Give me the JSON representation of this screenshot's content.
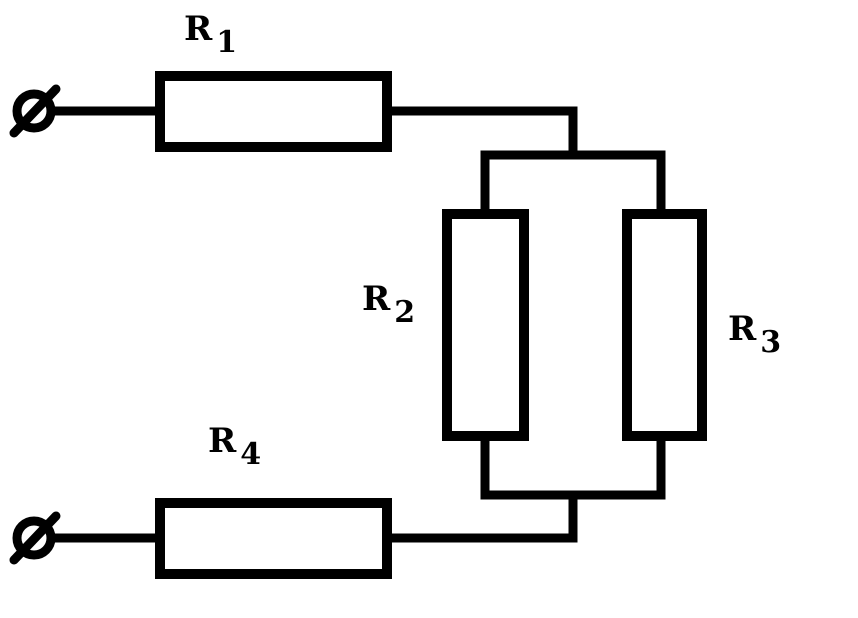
{
  "diagram": {
    "components": [
      {
        "id": "r1",
        "symbol": "R",
        "index": "1"
      },
      {
        "id": "r2",
        "symbol": "R",
        "index": "2"
      },
      {
        "id": "r3",
        "symbol": "R",
        "index": "3"
      },
      {
        "id": "r4",
        "symbol": "R",
        "index": "4"
      }
    ],
    "terminals": [
      {
        "id": "terminal-top",
        "icon": "terminal-icon"
      },
      {
        "id": "terminal-bottom",
        "icon": "terminal-icon"
      }
    ],
    "connections": [
      [
        "terminal-top",
        "r1"
      ],
      [
        "r1",
        "r2"
      ],
      [
        "r1",
        "r3"
      ],
      [
        "r2",
        "r4"
      ],
      [
        "r3",
        "r4"
      ],
      [
        "r4",
        "terminal-bottom"
      ]
    ],
    "colors": {
      "stroke": "#000000",
      "background": "#ffffff"
    }
  }
}
